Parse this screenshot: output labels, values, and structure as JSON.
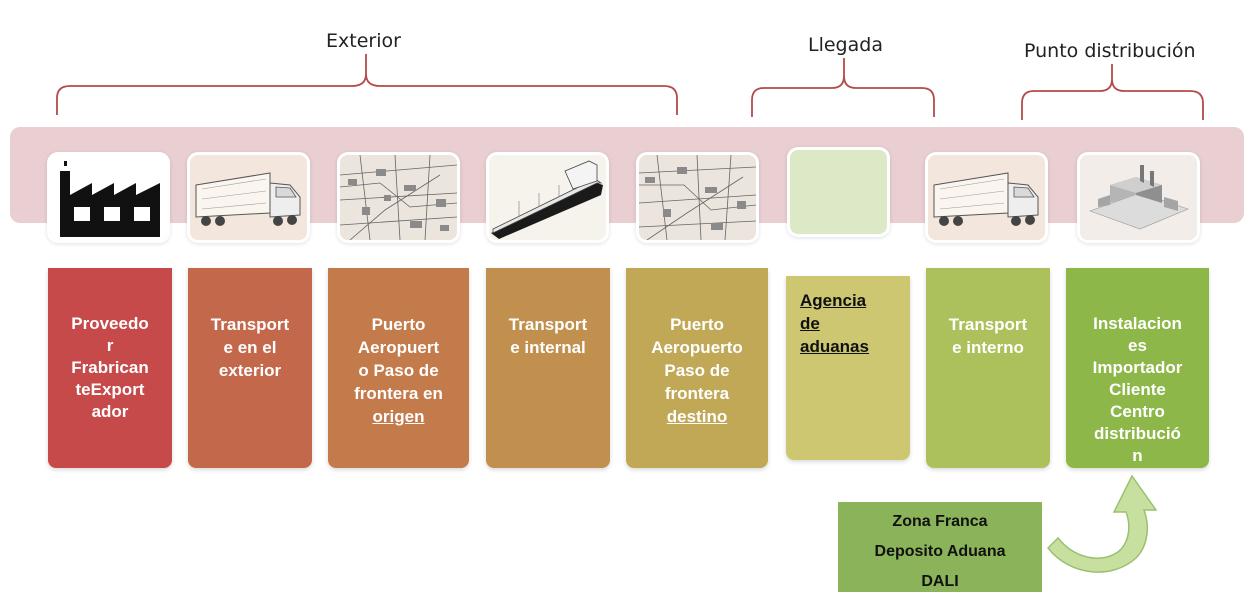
{
  "groups": [
    {
      "label": "Exterior"
    },
    {
      "label": "Llegada"
    },
    {
      "label": "Punto distribución"
    }
  ],
  "icons": [
    {
      "name": "factory-icon"
    },
    {
      "name": "truck-icon"
    },
    {
      "name": "port-map-icon"
    },
    {
      "name": "ship-icon"
    },
    {
      "name": "port-map-icon"
    },
    {
      "name": "customs-blank"
    },
    {
      "name": "truck-icon"
    },
    {
      "name": "facility-icon"
    }
  ],
  "steps": [
    {
      "lines": [
        "Proveedo",
        "r",
        "Frabrican",
        "teExport",
        "ador"
      ],
      "underline": [],
      "color": "#c64a4a"
    },
    {
      "lines": [
        "Transport",
        "e  en el",
        "exterior"
      ],
      "underline": [],
      "color": "#c4684b"
    },
    {
      "lines": [
        "Puerto",
        "Aeropuert",
        "o Paso de",
        "frontera en",
        "origen"
      ],
      "underline": [
        4
      ],
      "color": "#c47b4c"
    },
    {
      "lines": [
        "Transport",
        "e internal"
      ],
      "underline": [],
      "color": "#c1904f"
    },
    {
      "lines": [
        "Puerto",
        "Aeropuerto",
        "Paso de",
        "frontera",
        "destino"
      ],
      "underline": [
        4
      ],
      "color": "#c1a857"
    },
    {
      "lines": [
        "Agencia",
        "de",
        "aduanas"
      ],
      "underline": [
        0,
        1,
        2
      ],
      "color": "#cdc771"
    },
    {
      "lines": [
        "Transport",
        "e interno"
      ],
      "underline": [],
      "color": "#acc15b"
    },
    {
      "lines": [
        "Instalacion",
        "es",
        "Importador",
        "Cliente",
        "Centro",
        "distribució",
        "n"
      ],
      "underline": [],
      "color": "#8db748"
    }
  ],
  "note": {
    "lines": [
      "Zona Franca",
      "Deposito Aduana",
      "DALI"
    ]
  },
  "colors": {
    "band": "#e9cfd2",
    "bracket": "#b44a4a",
    "note": "#8bb35a",
    "arrow": "#b9d68a"
  }
}
